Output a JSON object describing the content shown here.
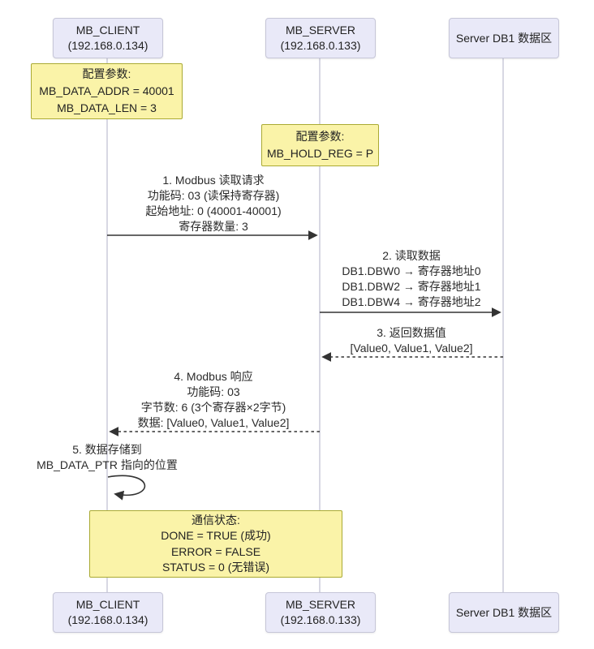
{
  "colors": {
    "actor_fill": "#e9e9f8",
    "actor_border": "#c6c6d8",
    "note_fill": "#faf3a8",
    "note_border": "#aaaa33",
    "lifeline": "#d8d8e3",
    "arrow": "#333333"
  },
  "actors": {
    "client": {
      "name": "MB_CLIENT",
      "ip": "(192.168.0.134)"
    },
    "server": {
      "name": "MB_SERVER",
      "ip": "(192.168.0.133)"
    },
    "db": {
      "name": "Server DB1 数据区"
    }
  },
  "notes": {
    "client_config": {
      "lines": [
        "配置参数:",
        "MB_DATA_ADDR = 40001",
        "MB_DATA_LEN = 3"
      ]
    },
    "server_config": {
      "lines": [
        "配置参数:",
        "MB_HOLD_REG = P"
      ]
    },
    "comm_status": {
      "lines": [
        "通信状态:",
        "DONE = TRUE (成功)",
        "ERROR = FALSE",
        "STATUS = 0 (无错误)"
      ]
    }
  },
  "messages": {
    "m1": {
      "from": "MB_CLIENT",
      "to": "MB_SERVER",
      "style": "solid",
      "lines": [
        "1. Modbus 读取请求",
        "功能码: 03 (读保持寄存器)",
        "起始地址: 0 (40001-40001)",
        "寄存器数量: 3"
      ]
    },
    "m2": {
      "from": "MB_SERVER",
      "to": "Server DB1 数据区",
      "style": "solid",
      "lines": [
        "2. 读取数据",
        "DB1.DBW0 → 寄存器地址0",
        "DB1.DBW2 → 寄存器地址1",
        "DB1.DBW4 → 寄存器地址2"
      ]
    },
    "m3": {
      "from": "Server DB1 数据区",
      "to": "MB_SERVER",
      "style": "dashed",
      "lines": [
        "3. 返回数据值",
        "[Value0, Value1, Value2]"
      ]
    },
    "m4": {
      "from": "MB_SERVER",
      "to": "MB_CLIENT",
      "style": "dashed",
      "lines": [
        "4. Modbus 响应",
        "功能码: 03",
        "字节数: 6 (3个寄存器×2字节)",
        "数据: [Value0, Value1, Value2]"
      ]
    },
    "m5": {
      "from": "MB_CLIENT",
      "to": "MB_CLIENT",
      "style": "self",
      "lines": [
        "5. 数据存储到",
        "MB_DATA_PTR 指向的位置"
      ]
    }
  }
}
